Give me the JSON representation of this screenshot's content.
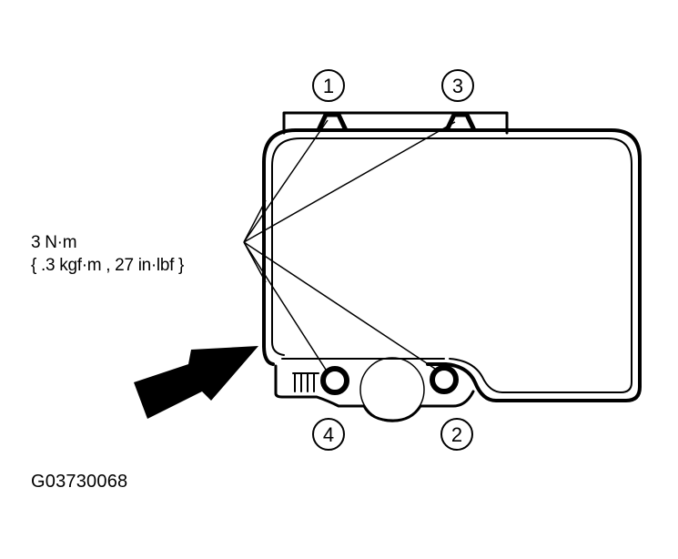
{
  "torque_spec": {
    "line1": "3 N·m",
    "line2": "{ .3 kgf·m , 27 in·lbf }"
  },
  "figure_code": "G03730068",
  "callouts": [
    {
      "number": "1",
      "position": "top-left bolt"
    },
    {
      "number": "3",
      "position": "top-right bolt"
    },
    {
      "number": "4",
      "position": "bottom-left bolt"
    },
    {
      "number": "2",
      "position": "bottom-right bolt"
    }
  ],
  "colors": {
    "line": "#000000",
    "background": "#ffffff"
  }
}
